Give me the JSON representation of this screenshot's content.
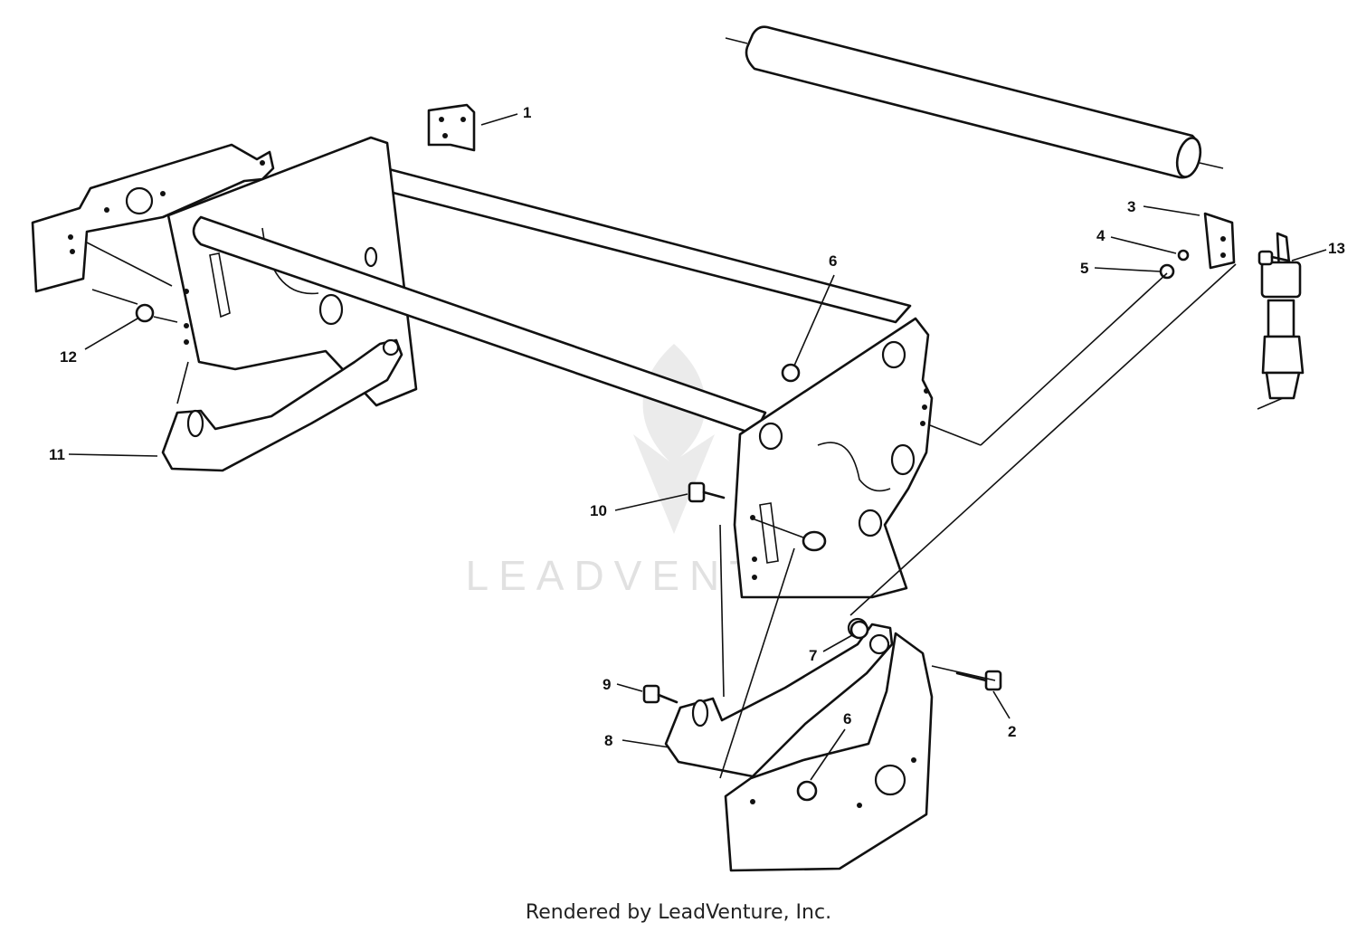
{
  "callouts": {
    "c1": "1",
    "c2": "2",
    "c3": "3",
    "c4": "4",
    "c5": "5",
    "c6a": "6",
    "c6b": "6",
    "c7": "7",
    "c8": "8",
    "c9": "9",
    "c10": "10",
    "c11": "11",
    "c12": "12",
    "c13": "13"
  },
  "watermark": "LEADVENTURE",
  "footer": "Rendered by LeadVenture, Inc.",
  "colors": {
    "line": "#111111",
    "background": "#ffffff",
    "watermark": "#d8d8d8"
  }
}
